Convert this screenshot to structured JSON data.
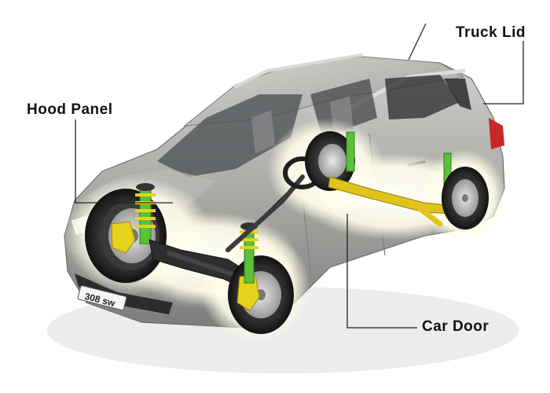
{
  "labels": {
    "truck_lid": "Truck Lid",
    "hood_panel": "Hood Panel",
    "car_door": "Car Door"
  },
  "badge": {
    "model": "308 sw"
  },
  "colors": {
    "body": "#a9a9a6",
    "body_dark": "#6e6f6d",
    "glass": "#3c3f41",
    "spring_green": "#5cc03a",
    "caliper_yellow": "#e6d21a",
    "axle_yellow": "#e0c41c",
    "glow": "#fffbe0",
    "leader_line": "#222222",
    "tail_light": "#c62828"
  },
  "icons": {
    "car": "car-cutaway-illustration"
  }
}
